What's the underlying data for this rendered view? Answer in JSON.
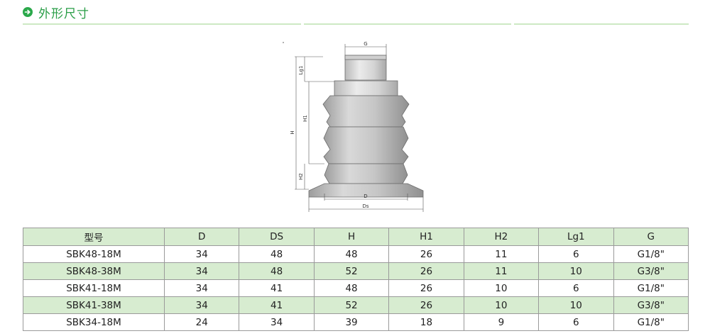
{
  "section": {
    "title": "外形尺寸"
  },
  "drawing": {
    "labels": {
      "g": "G",
      "lg1": "Lg1",
      "h1": "H1",
      "h": "H",
      "h2": "H2",
      "d": "D",
      "ds": "Ds"
    }
  },
  "table": {
    "headers": [
      "型号",
      "D",
      "DS",
      "H",
      "H1",
      "H2",
      "Lg1",
      "G"
    ],
    "rows": [
      [
        "SBK48-18M",
        "34",
        "48",
        "48",
        "26",
        "11",
        "6",
        "G1/8\""
      ],
      [
        "SBK48-38M",
        "34",
        "48",
        "52",
        "26",
        "11",
        "10",
        "G3/8\""
      ],
      [
        "SBK41-18M",
        "34",
        "41",
        "48",
        "26",
        "10",
        "6",
        "G1/8\""
      ],
      [
        "SBK41-38M",
        "34",
        "41",
        "52",
        "26",
        "10",
        "10",
        "G3/8\""
      ],
      [
        "SBK34-18M",
        "24",
        "34",
        "39",
        "18",
        "9",
        "6",
        "G1/8\""
      ]
    ]
  },
  "colors": {
    "accent": "#2aa84a",
    "row_alt": "#d7ecd0",
    "rule": "#cde9c4"
  }
}
